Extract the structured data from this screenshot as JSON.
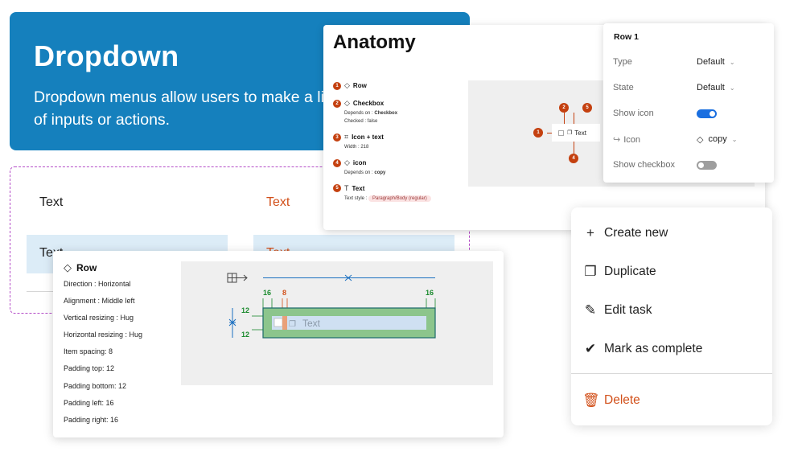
{
  "hero": {
    "title": "Dropdown",
    "description": "Dropdown menus allow users to make a list of inputs or actions."
  },
  "demo": {
    "cells": [
      "Text",
      "Text",
      "Text",
      "Text"
    ]
  },
  "anatomy": {
    "title": "Anatomy",
    "items": [
      {
        "num": "1",
        "glyph": "◇",
        "name": "Row"
      },
      {
        "num": "2",
        "glyph": "◇",
        "name": "Checkbox",
        "sub1_label": "Depends on :",
        "sub1_value": "Checkbox",
        "sub2": "Checked : false"
      },
      {
        "num": "3",
        "glyph": "⌗",
        "name": "Icon + text",
        "sub1": "Width : 218"
      },
      {
        "num": "4",
        "glyph": "◇",
        "name": "icon",
        "sub1_label": "Depends on :",
        "sub1_value": "copy"
      },
      {
        "num": "5",
        "glyph": "T",
        "name": "Text",
        "sub1_label": "Text style :",
        "sub1_pill": "Paragraph/Body (regular)"
      }
    ],
    "preview_text": "Text",
    "pins": [
      "1",
      "2",
      "5",
      "4"
    ]
  },
  "props": {
    "title": "Row 1",
    "type_label": "Type",
    "type_value": "Default",
    "state_label": "State",
    "state_value": "Default",
    "show_icon_label": "Show icon",
    "show_icon": true,
    "icon_label": "Icon",
    "icon_value": "copy",
    "show_checkbox_label": "Show checkbox",
    "show_checkbox": false
  },
  "rowspec": {
    "title": "Row",
    "specs": [
      "Direction : Horizontal",
      "Alignment : Middle left",
      "Vertical resizing : Hug",
      "Horizontal resizing : Hug",
      "Item spacing: 8",
      "Padding top: 12",
      "Padding bottom: 12",
      "Padding left: 16",
      "Padding right: 16"
    ],
    "diagram": {
      "pad_left": "16",
      "spacing": "8",
      "pad_right": "16",
      "pad_top": "12",
      "pad_bottom": "12",
      "text": "Text"
    }
  },
  "menu": {
    "items": [
      {
        "icon": "plus-icon",
        "label": "Create new"
      },
      {
        "icon": "copy-icon",
        "label": "Duplicate"
      },
      {
        "icon": "pencil-icon",
        "label": "Edit task"
      },
      {
        "icon": "check-icon",
        "label": "Mark as complete"
      }
    ],
    "delete": {
      "icon": "trash-icon",
      "label": "Delete"
    }
  },
  "colors": {
    "brand": "#1580bd",
    "accent_orange": "#d2501a",
    "pin": "#c4400f",
    "toggle_on": "#1a6fe0",
    "padding_green": "#8cc58c",
    "spacing_orange": "#e9a07a"
  }
}
